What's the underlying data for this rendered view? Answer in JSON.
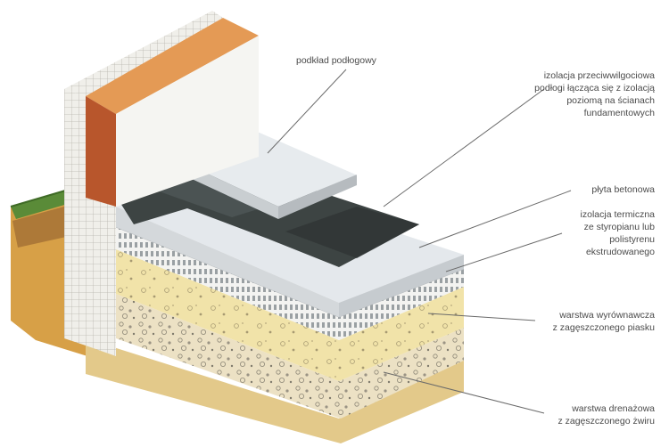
{
  "labels": {
    "subfloor": "podkład podłogowy",
    "damp_proof": [
      "izolacja przeciwwilgociowa",
      "podłogi łącząca się z izolacją",
      "poziomą na ścianach",
      "fundamentowych"
    ],
    "concrete_slab": "płyta betonowa",
    "thermal_insulation": [
      "izolacja termiczna",
      "ze styropianu lub",
      "polistyrenu",
      "ekstrudowanego"
    ],
    "leveling_layer": [
      "warstwa wyrównawcza",
      "z zagęszczonego piasku"
    ],
    "drainage_layer": [
      "warstwa drenażowa",
      "z zagęszczonego żwiru"
    ]
  },
  "colors": {
    "brick": "#c8703a",
    "brick_top": "#e39a57",
    "wall_block": "#ecece8",
    "slab": "#e6e9ec",
    "membrane": "#3e4443",
    "insulation": "#ecedeb",
    "sand": "#efe2a6",
    "gravel": "#e3d8bf",
    "soil": "#d9a24a",
    "grass": "#5b8a3a",
    "leader_line": "#6a6a6a"
  }
}
